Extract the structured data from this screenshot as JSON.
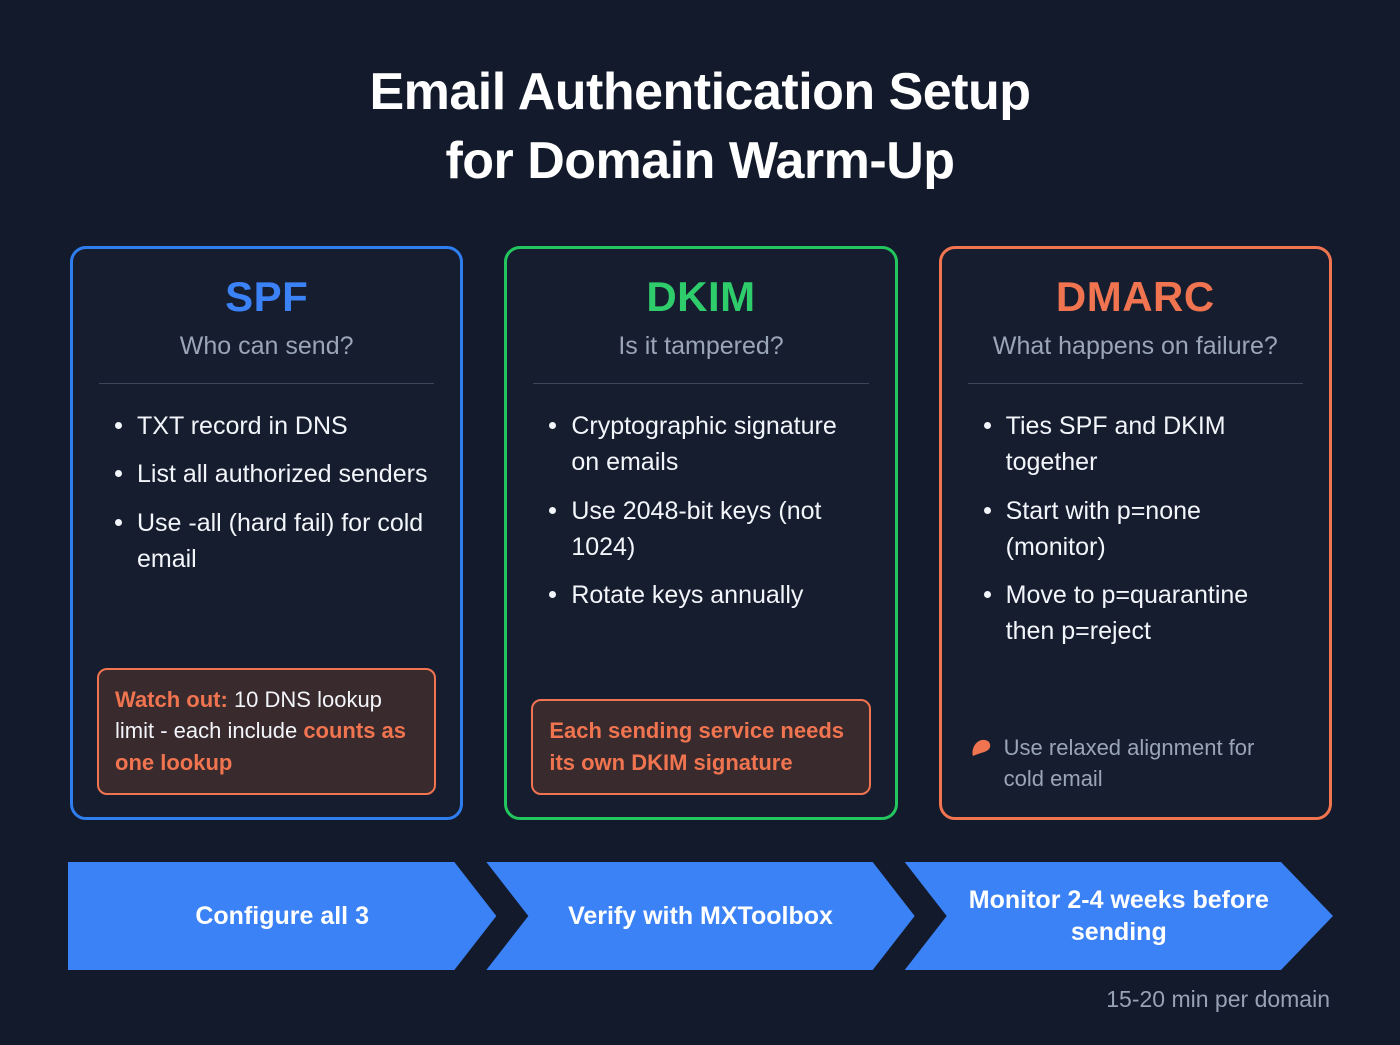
{
  "title": {
    "line1": "Email Authentication Setup",
    "line2": "for Domain Warm-Up"
  },
  "colors": {
    "background": "#131a2b",
    "card_background": "#161d2f",
    "spf_accent": "#3b82f6",
    "dkim_accent": "#2ecc6b",
    "dmarc_accent": "#f0744f",
    "warning_border": "#f0744f",
    "warning_background": "#392a2d",
    "flow_arrow": "#3b82f6",
    "body_text": "#f2f5fa",
    "muted_text": "#9aa5b8"
  },
  "cards": [
    {
      "title": "SPF",
      "subtitle": "Who can send?",
      "bullets": [
        "TXT record in DNS",
        "List all authorized senders",
        "Use -all (hard fail) for cold email"
      ],
      "warning": {
        "lead": "Watch out:",
        "middle": " 10 DNS lookup limit - each include ",
        "tail": "counts as one lookup"
      }
    },
    {
      "title": "DKIM",
      "subtitle": "Is it tampered?",
      "bullets": [
        "Cryptographic signature on emails",
        "Use 2048-bit keys (not 1024)",
        "Rotate keys annually"
      ],
      "warning": {
        "lead": "Each sending service needs its own DKIM signature",
        "middle": "",
        "tail": ""
      }
    },
    {
      "title": "DMARC",
      "subtitle": "What happens on failure?",
      "bullets": [
        "Ties SPF and DKIM together",
        "Start with p=none (monitor)",
        "Move to p=quarantine then p=reject"
      ],
      "tip": {
        "icon": "lightbulb-icon",
        "text": "Use relaxed alignment for cold email"
      }
    }
  ],
  "flow": {
    "steps": [
      {
        "label": "Configure all 3"
      },
      {
        "label": "Verify with MXToolbox"
      },
      {
        "label": "Monitor 2-4 weeks before sending"
      }
    ]
  },
  "footer": {
    "note": "15-20 min per domain"
  }
}
